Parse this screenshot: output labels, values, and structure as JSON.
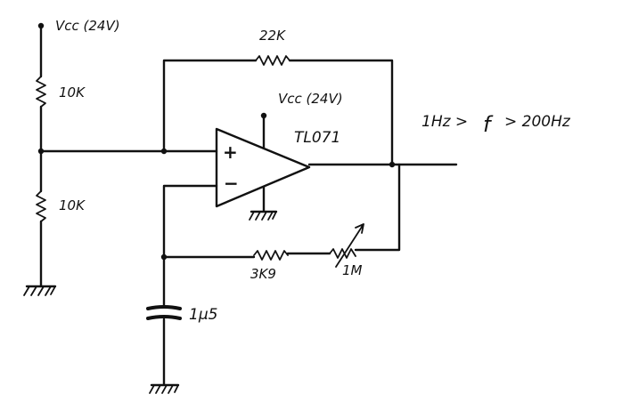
{
  "labels": {
    "vcc_left": "Vcc (24V)",
    "vcc_opamp": "Vcc (24V)",
    "r_top": "10K",
    "r_bottom": "10K",
    "r_feedback": "22K",
    "opamp": "TL071",
    "r_series": "3K9",
    "pot": "1M",
    "capacitor": "1μ5",
    "frequency_prefix": "1Hz >",
    "frequency_symbol": "f",
    "frequency_suffix": "> 200Hz",
    "plus_sign": "+",
    "minus_sign": "−"
  }
}
